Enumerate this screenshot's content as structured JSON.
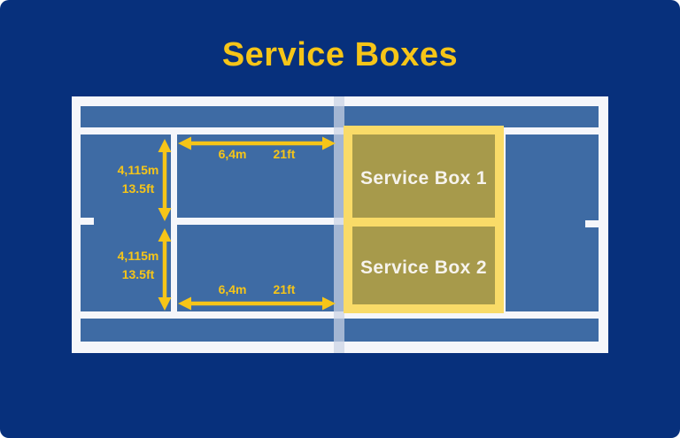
{
  "title": "Service Boxes",
  "court": {
    "service_boxes": [
      {
        "label": "Service Box 1"
      },
      {
        "label": "Service Box 2"
      }
    ],
    "dimensions": {
      "length_metric": "4,115m",
      "length_imperial": "13.5ft",
      "width_metric": "6,4m",
      "width_imperial": "21ft"
    }
  },
  "colors": {
    "background_navy": "#07307c",
    "court_panel_blue": "#3e6ba4",
    "court_line_white": "#f5f6fa",
    "accent_gold": "#f6c518",
    "highlight_border_yellow": "#f9db68",
    "highlight_fill_olive": "#a79a4b",
    "net_band": "#cbd3e5",
    "label_white": "#f6f3ed"
  }
}
